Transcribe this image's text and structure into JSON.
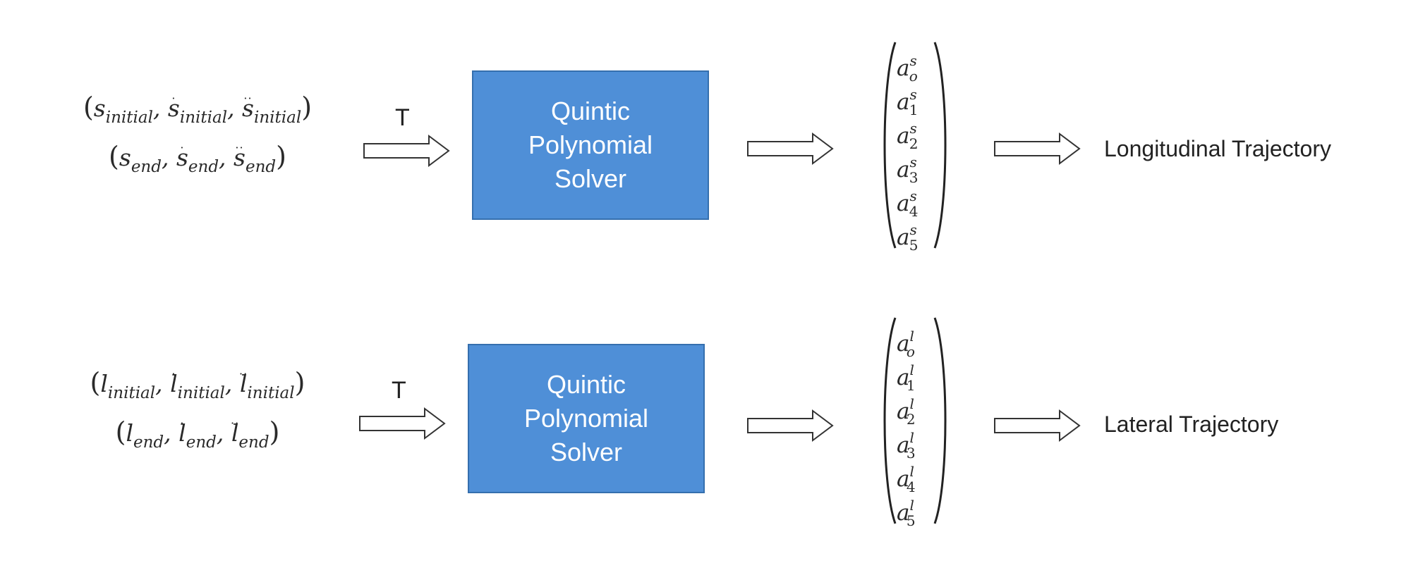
{
  "rows": [
    {
      "id": "longitudinal",
      "var": "s",
      "initial_sub": "initial",
      "end_sub": "end",
      "t_label": "T",
      "solver_lines": [
        "Quintic",
        "Polynomial",
        "Solver"
      ],
      "coef_letter": "a",
      "coef_sup": "s",
      "coef_subs": [
        "o",
        "1",
        "2",
        "3",
        "4",
        "5"
      ],
      "result": "Longitudinal Trajectory"
    },
    {
      "id": "lateral",
      "var": "l",
      "initial_sub": "initial",
      "end_sub": "end",
      "t_label": "T",
      "solver_lines": [
        "Quintic",
        "Polynomial",
        "Solver"
      ],
      "coef_letter": "a",
      "coef_sup": "l",
      "coef_subs": [
        "o",
        "1",
        "2",
        "3",
        "4",
        "5"
      ],
      "result": "Lateral Trajectory"
    }
  ],
  "colors": {
    "solver_fill": "#4f8fd7",
    "solver_border": "#356fae",
    "arrow_stroke": "#333333"
  }
}
